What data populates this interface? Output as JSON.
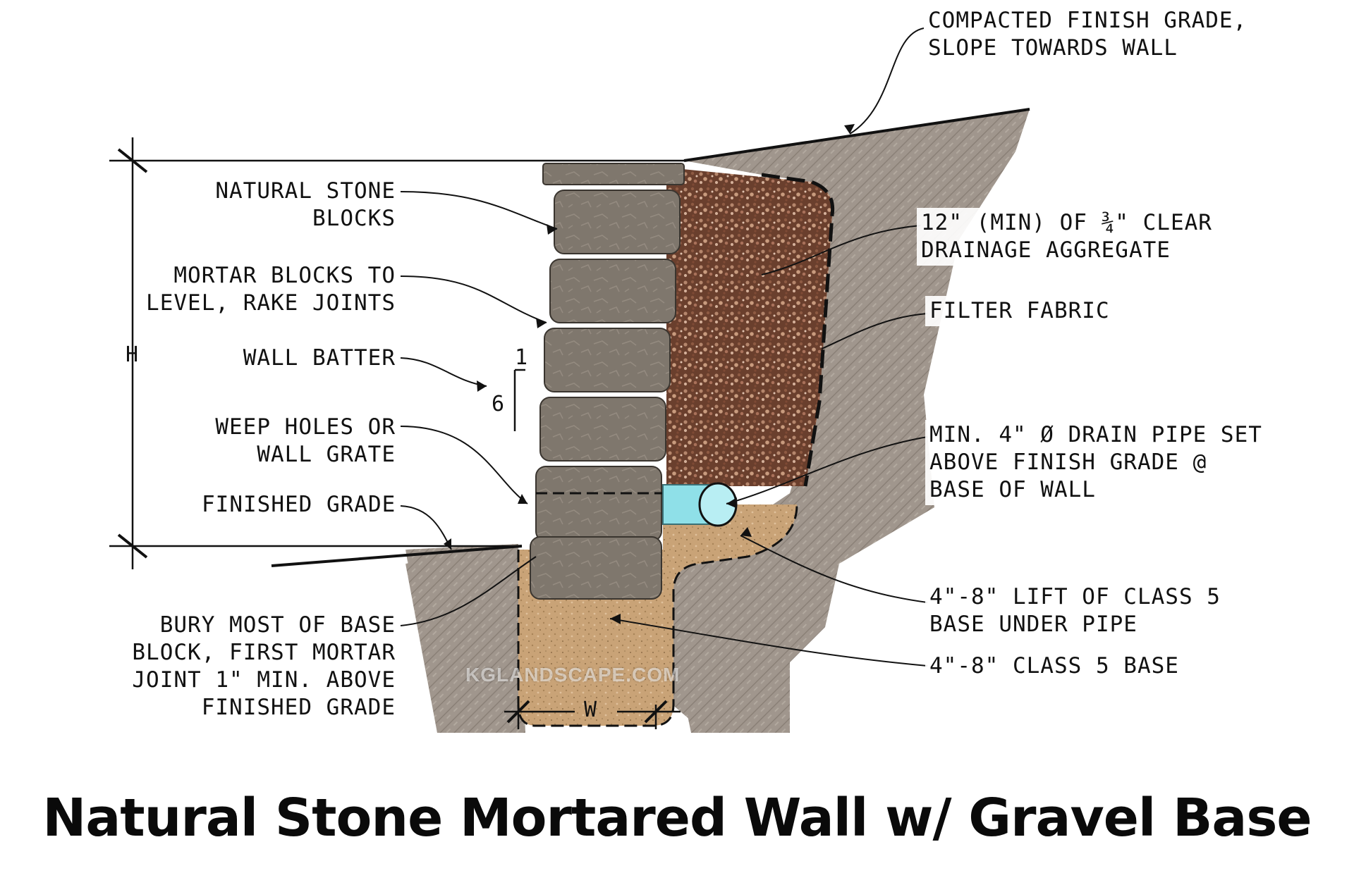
{
  "title": "Natural Stone Mortared Wall w/ Gravel Base",
  "watermark": "KGLANDSCAPE.COM",
  "dimensions": {
    "height_label": "H",
    "width_label": "W",
    "batter_rise": "1",
    "batter_run": "6"
  },
  "labels_left": {
    "natural_stone_blocks": "NATURAL STONE\nBLOCKS",
    "mortar_blocks": "MORTAR BLOCKS TO\nLEVEL, RAKE JOINTS",
    "wall_batter": "WALL BATTER",
    "weep_holes": "WEEP HOLES OR\nWALL GRATE",
    "finished_grade": "FINISHED GRADE",
    "bury_base": "BURY MOST OF BASE\nBLOCK, FIRST MORTAR\nJOINT 1\" MIN. ABOVE\nFINISHED GRADE"
  },
  "labels_right": {
    "compacted_grade": "COMPACTED FINISH GRADE,\nSLOPE TOWARDS WALL",
    "drainage_aggregate": "12\" (MIN) OF ¾\" CLEAR\nDRAINAGE AGGREGATE",
    "filter_fabric": "FILTER FABRIC",
    "drain_pipe": "MIN. 4\" Ø DRAIN PIPE SET\nABOVE FINISH GRADE @\nBASE OF WALL",
    "lift_class5": "4\"-8\" LIFT OF CLASS 5\nBASE UNDER PIPE",
    "class5_base": "4\"-8\" CLASS 5 BASE"
  },
  "colors": {
    "soil": "#9c928a",
    "gravel": "#6e4330",
    "base": "#caa57c",
    "stone": "#7f776d",
    "pipe": "#8fe0e8"
  }
}
